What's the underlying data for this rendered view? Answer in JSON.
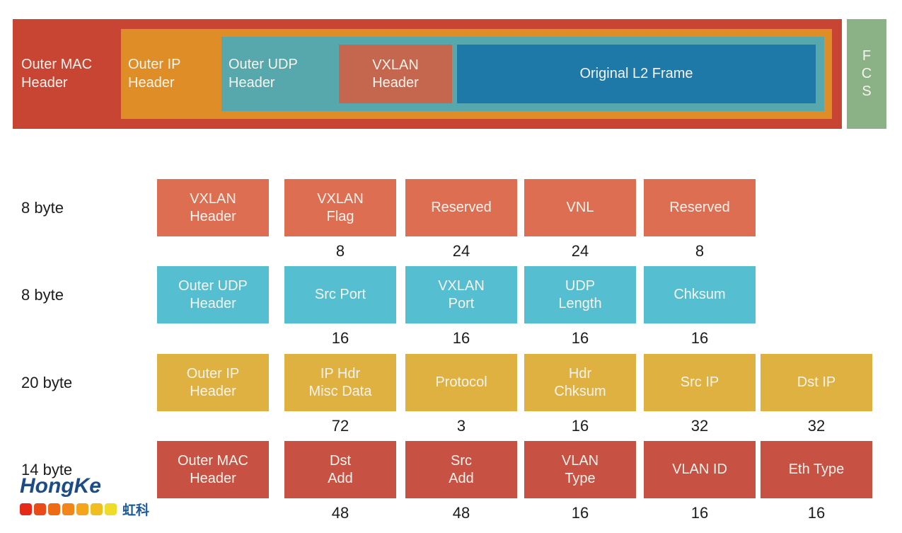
{
  "encapsulation": {
    "outer_mac": "Outer MAC\nHeader",
    "outer_ip": "Outer IP\nHeader",
    "outer_udp": "Outer UDP\nHeader",
    "vxlan": "VXLAN\nHeader",
    "l2_frame": "Original L2 Frame",
    "fcs": "F\nC\nS",
    "colors": {
      "mac_red": "#c84534",
      "ip_orange": "#de8d27",
      "udp_teal": "#57a8ac",
      "vxlan_salmon": "#c5674f",
      "l2_blue": "#1f79a8",
      "fcs_green": "#8bb287"
    }
  },
  "rows": [
    {
      "size_label": "8 byte",
      "header": "VXLAN\nHeader",
      "color": "#dd6e52",
      "fields": [
        {
          "label": "VXLAN\nFlag",
          "bits": "8"
        },
        {
          "label": "Reserved",
          "bits": "24"
        },
        {
          "label": "VNL",
          "bits": "24"
        },
        {
          "label": "Reserved",
          "bits": "8"
        }
      ]
    },
    {
      "size_label": "8 byte",
      "header": "Outer UDP\nHeader",
      "color": "#55bfd1",
      "fields": [
        {
          "label": "Src Port",
          "bits": "16"
        },
        {
          "label": "VXLAN\nPort",
          "bits": "16"
        },
        {
          "label": "UDP\nLength",
          "bits": "16"
        },
        {
          "label": "Chksum",
          "bits": "16"
        }
      ]
    },
    {
      "size_label": "20 byte",
      "header": "Outer IP\nHeader",
      "color": "#dfb140",
      "fields": [
        {
          "label": "IP Hdr\nMisc Data",
          "bits": "72"
        },
        {
          "label": "Protocol",
          "bits": "3"
        },
        {
          "label": "Hdr\nChksum",
          "bits": "16"
        },
        {
          "label": "Src IP",
          "bits": "32"
        },
        {
          "label": "Dst IP",
          "bits": "32"
        }
      ]
    },
    {
      "size_label": "14 byte",
      "header": "Outer MAC\nHeader",
      "color": "#c75142",
      "fields": [
        {
          "label": "Dst\nAdd",
          "bits": "48"
        },
        {
          "label": "Src\nAdd",
          "bits": "48"
        },
        {
          "label": "VLAN\nType",
          "bits": "16"
        },
        {
          "label": "VLAN ID",
          "bits": "16"
        },
        {
          "label": "Eth Type",
          "bits": "16"
        }
      ]
    }
  ],
  "logo": {
    "name": "HongKe",
    "cn": "虹科",
    "square_colors": [
      "#e52a1a",
      "#e94a17",
      "#ef6a15",
      "#f1871a",
      "#f2a51d",
      "#f0be1e",
      "#efdc29"
    ]
  }
}
